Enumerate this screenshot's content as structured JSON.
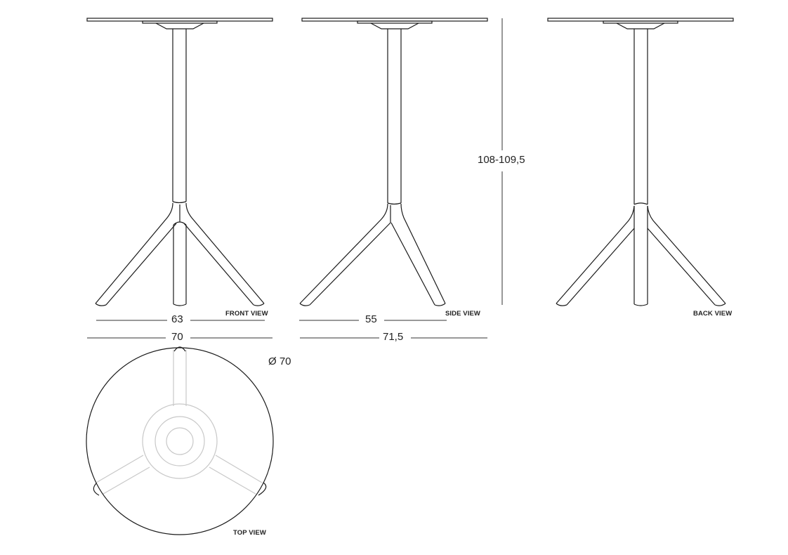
{
  "views": {
    "front": {
      "label": "FRONT VIEW"
    },
    "side": {
      "label": "SIDE VIEW"
    },
    "back": {
      "label": "BACK VIEW"
    },
    "top": {
      "label": "TOP VIEW"
    }
  },
  "dimensions": {
    "front_leg_span": "63",
    "front_total_width": "70",
    "side_leg_span": "55",
    "side_total_width": "71,5",
    "height": "108-109,5",
    "diameter": "Ø 70"
  },
  "colors": {
    "line": "#1a1a1a",
    "hidden_line": "#c8c8c8",
    "background": "#ffffff"
  }
}
